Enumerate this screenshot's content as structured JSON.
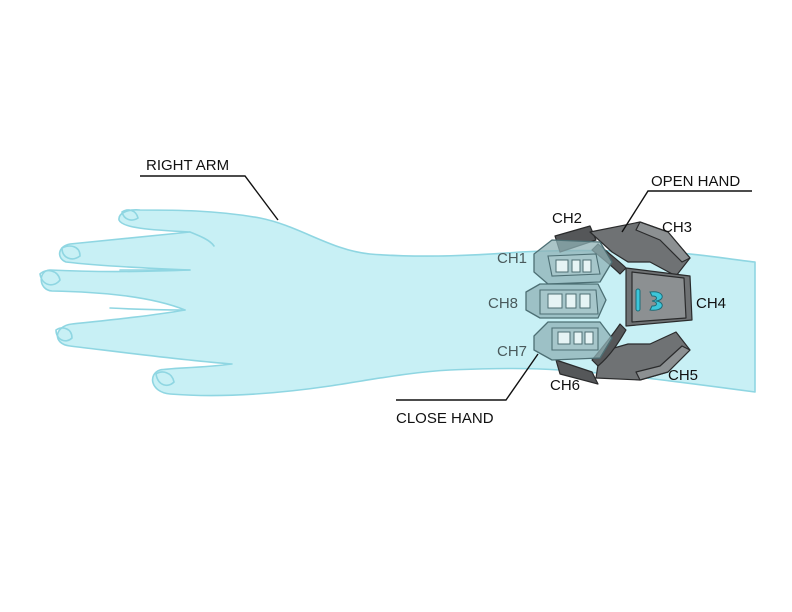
{
  "labels": {
    "right_arm": "RIGHT ARM",
    "open_hand": "OPEN HAND",
    "close_hand": "CLOSE HAND"
  },
  "channels": {
    "ch1": "CH1",
    "ch2": "CH2",
    "ch3": "CH3",
    "ch4": "CH4",
    "ch5": "CH5",
    "ch6": "CH6",
    "ch7": "CH7",
    "ch8": "CH8"
  },
  "colors": {
    "skin_fill": "#c8f0f5",
    "skin_outline": "#8fd6e2",
    "band_gray": "#6f7274",
    "logo_accent": "#3cc6da"
  },
  "icons": {
    "logo": "myo-armband-logo-icon"
  }
}
